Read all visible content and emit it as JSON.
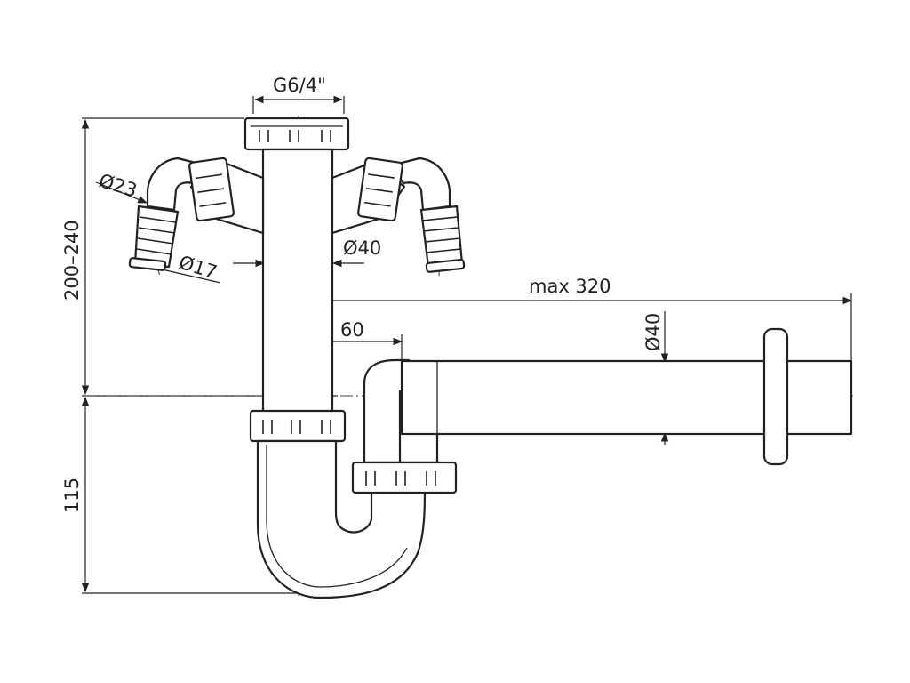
{
  "dimensions": {
    "thread": "G6/4\"",
    "height_upper": "200–240",
    "height_lower": "115",
    "diameter_inlet": "Ø23",
    "diameter_hose": "Ø17",
    "diameter_pipe": "Ø40",
    "offset": "60",
    "max_length": "max 320",
    "diameter_outlet": "Ø40"
  },
  "colors": {
    "line": "#222222",
    "background": "#ffffff"
  }
}
